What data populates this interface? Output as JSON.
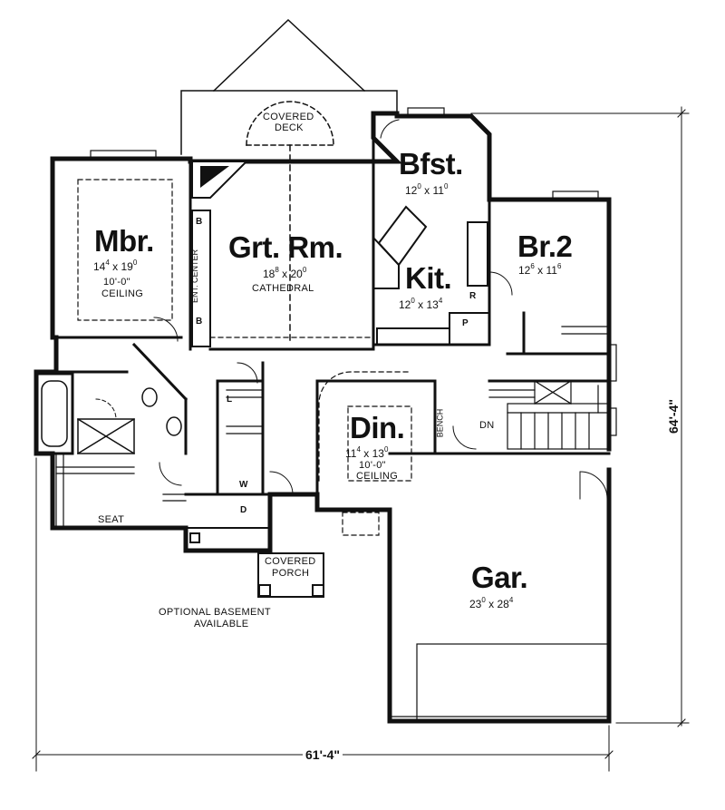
{
  "rooms": {
    "mbr": {
      "name": "Mbr.",
      "w": "14",
      "w_in": "4",
      "d": "19",
      "d_in": "0",
      "ceiling_1": "10'-0\"",
      "ceiling_2": "CEILING"
    },
    "grt": {
      "name": "Grt. Rm.",
      "w": "18",
      "w_in": "8",
      "d": "20",
      "d_in": "0",
      "note": "CATHEDRAL"
    },
    "bfst": {
      "name": "Bfst.",
      "w": "12",
      "w_in": "0",
      "d": "11",
      "d_in": "0"
    },
    "kit": {
      "name": "Kit.",
      "w": "12",
      "w_in": "0",
      "d": "13",
      "d_in": "4"
    },
    "br2": {
      "name": "Br.2",
      "w": "12",
      "w_in": "6",
      "d": "11",
      "d_in": "6"
    },
    "din": {
      "name": "Din.",
      "w": "11",
      "w_in": "4",
      "d": "13",
      "d_in": "0",
      "ceiling_1": "10'-0\"",
      "ceiling_2": "CEILING"
    },
    "gar": {
      "name": "Gar.",
      "w": "23",
      "w_in": "0",
      "d": "28",
      "d_in": "4"
    }
  },
  "labels": {
    "covered_deck_1": "COVERED",
    "covered_deck_2": "DECK",
    "covered_porch_1": "COVERED",
    "covered_porch_2": "PORCH",
    "optional_basement_1": "OPTIONAL BASEMENT",
    "optional_basement_2": "AVAILABLE",
    "ent_center": "ENT. CENTER",
    "bench": "BENCH",
    "seat": "SEAT",
    "dn": "DN",
    "b_top": "B",
    "b_bottom": "B",
    "l": "L",
    "w": "W",
    "d": "D",
    "r": "R",
    "p": "P"
  },
  "dimensions": {
    "width": "61'-4\"",
    "depth": "64'-4\""
  }
}
